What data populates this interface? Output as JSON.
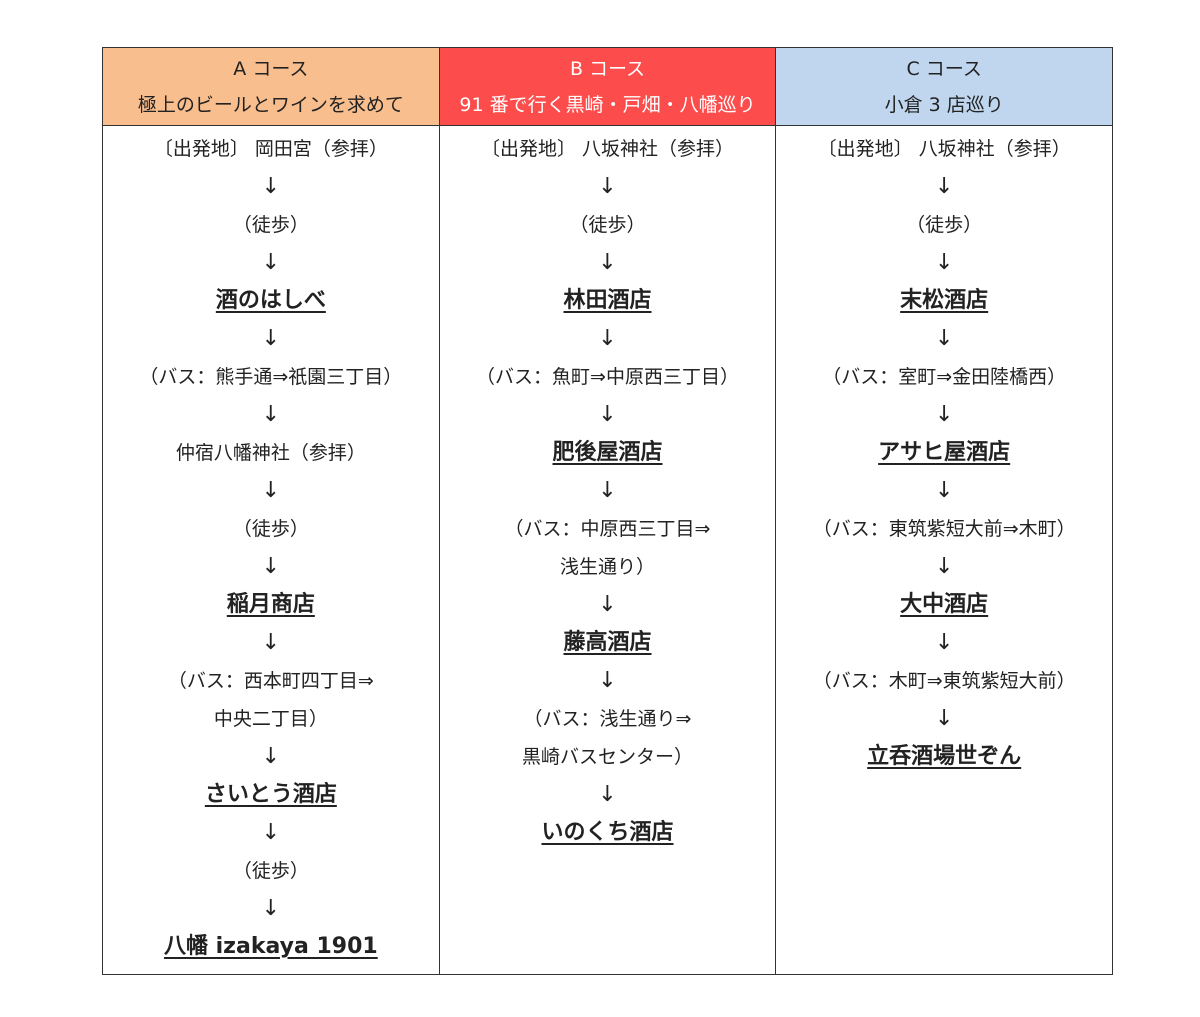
{
  "courses": [
    {
      "key": "a",
      "color": "#f9be8d",
      "title": "A コース",
      "subtitle": "極上のビールとワインを求めて",
      "steps": [
        {
          "type": "text",
          "text": "〔出発地〕 岡田宮（参拝）"
        },
        {
          "type": "arrow",
          "text": "↓"
        },
        {
          "type": "text",
          "text": "（徒歩）"
        },
        {
          "type": "arrow",
          "text": "↓"
        },
        {
          "type": "shop",
          "text": "酒のはしべ"
        },
        {
          "type": "arrow",
          "text": "↓"
        },
        {
          "type": "text",
          "text": "（バス：熊手通⇒祇園三丁目）"
        },
        {
          "type": "arrow",
          "text": "↓"
        },
        {
          "type": "text",
          "text": "仲宿八幡神社（参拝）"
        },
        {
          "type": "arrow",
          "text": "↓"
        },
        {
          "type": "text",
          "text": "（徒歩）"
        },
        {
          "type": "arrow",
          "text": "↓"
        },
        {
          "type": "shop",
          "text": "稲月商店"
        },
        {
          "type": "arrow",
          "text": "↓"
        },
        {
          "type": "text",
          "text": "（バス：西本町四丁目⇒"
        },
        {
          "type": "text",
          "text": "中央二丁目）"
        },
        {
          "type": "arrow",
          "text": "↓"
        },
        {
          "type": "shop",
          "text": "さいとう酒店"
        },
        {
          "type": "arrow",
          "text": "↓"
        },
        {
          "type": "text",
          "text": "（徒歩）"
        },
        {
          "type": "arrow",
          "text": "↓"
        },
        {
          "type": "shop",
          "text": "八幡 izakaya 1901"
        }
      ]
    },
    {
      "key": "b",
      "color": "#fd4c4c",
      "title": "B コース",
      "subtitle": "91 番で行く黒崎・戸畑・八幡巡り",
      "steps": [
        {
          "type": "text",
          "text": "〔出発地〕 八坂神社（参拝）"
        },
        {
          "type": "arrow",
          "text": "↓"
        },
        {
          "type": "text",
          "text": "（徒歩）"
        },
        {
          "type": "arrow",
          "text": "↓"
        },
        {
          "type": "shop",
          "text": "林田酒店"
        },
        {
          "type": "arrow",
          "text": "↓"
        },
        {
          "type": "text",
          "text": "（バス：魚町⇒中原西三丁目）"
        },
        {
          "type": "arrow",
          "text": "↓"
        },
        {
          "type": "shop",
          "text": "肥後屋酒店"
        },
        {
          "type": "arrow",
          "text": "↓"
        },
        {
          "type": "text",
          "text": "（バス：中原西三丁目⇒"
        },
        {
          "type": "text",
          "text": "浅生通り）"
        },
        {
          "type": "arrow",
          "text": "↓"
        },
        {
          "type": "shop",
          "text": "藤高酒店"
        },
        {
          "type": "arrow",
          "text": "↓"
        },
        {
          "type": "text",
          "text": "（バス：浅生通り⇒"
        },
        {
          "type": "text",
          "text": "黒崎バスセンター）"
        },
        {
          "type": "arrow",
          "text": "↓"
        },
        {
          "type": "shop",
          "text": "いのくち酒店"
        }
      ]
    },
    {
      "key": "c",
      "color": "#bfd6ee",
      "title": "C コース",
      "subtitle": "小倉 3 店巡り",
      "steps": [
        {
          "type": "text",
          "text": "〔出発地〕 八坂神社（参拝）"
        },
        {
          "type": "arrow",
          "text": "↓"
        },
        {
          "type": "text",
          "text": "（徒歩）"
        },
        {
          "type": "arrow",
          "text": "↓"
        },
        {
          "type": "shop",
          "text": "末松酒店"
        },
        {
          "type": "arrow",
          "text": "↓"
        },
        {
          "type": "text",
          "text": "（バス：室町⇒金田陸橋西）"
        },
        {
          "type": "arrow",
          "text": "↓"
        },
        {
          "type": "shop",
          "text": "アサヒ屋酒店"
        },
        {
          "type": "arrow",
          "text": "↓"
        },
        {
          "type": "text",
          "text": "（バス：東筑紫短大前⇒木町）"
        },
        {
          "type": "arrow",
          "text": "↓"
        },
        {
          "type": "shop",
          "text": "大中酒店"
        },
        {
          "type": "arrow",
          "text": "↓"
        },
        {
          "type": "text",
          "text": "（バス：木町⇒東筑紫短大前）"
        },
        {
          "type": "arrow",
          "text": "↓"
        },
        {
          "type": "shop",
          "text": "立呑酒場世ぞん"
        }
      ]
    }
  ]
}
